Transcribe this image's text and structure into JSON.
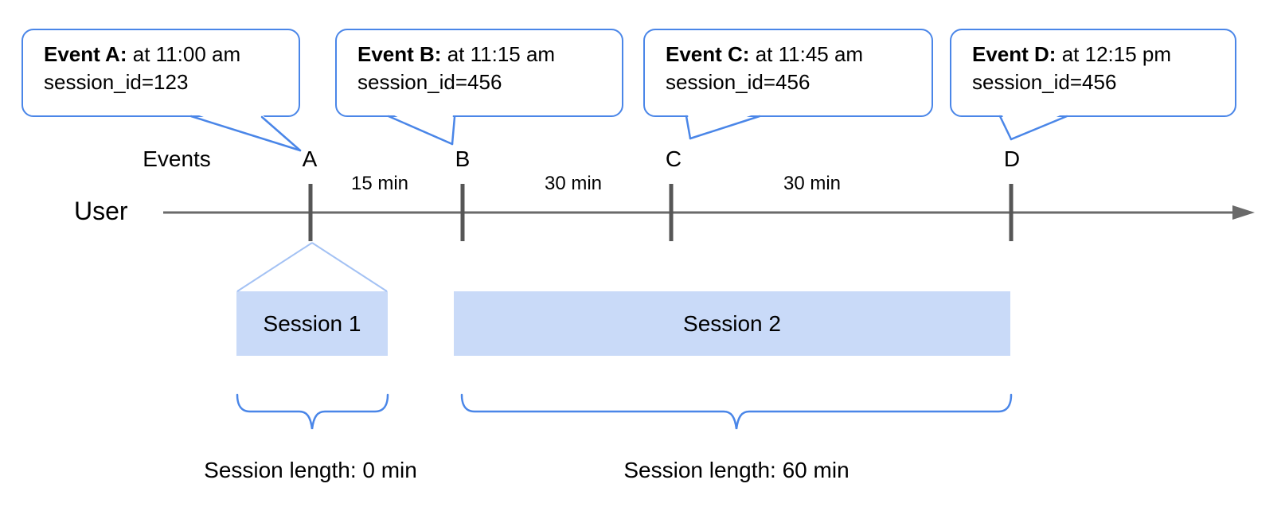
{
  "diagram": {
    "events_label": "Events",
    "user_label": "User",
    "bubbles": [
      {
        "marker": "A",
        "title": "Event A:",
        "time": "at 11:00 am",
        "session": "session_id=123"
      },
      {
        "marker": "B",
        "title": "Event B:",
        "time": "at 11:15 am",
        "session": "session_id=456"
      },
      {
        "marker": "C",
        "title": "Event C:",
        "time": "at 11:45 am",
        "session": "session_id=456"
      },
      {
        "marker": "D",
        "title": "Event D:",
        "time": "at 12:15 pm",
        "session": "session_id=456"
      }
    ],
    "intervals": [
      {
        "label": "15 min"
      },
      {
        "label": "30 min"
      },
      {
        "label": "30 min"
      }
    ],
    "sessions": [
      {
        "label": "Session 1",
        "length_label": "Session length: 0 min"
      },
      {
        "label": "Session 2",
        "length_label": "Session length: 60 min"
      }
    ],
    "colors": {
      "bubble_border": "#4a86e8",
      "brace": "#4a86e8",
      "session_fill": "#c9daf8",
      "funnel_line": "#a4c2f4",
      "axis": "#6a6a6a",
      "tick": "#565656",
      "text": "#000000"
    }
  }
}
